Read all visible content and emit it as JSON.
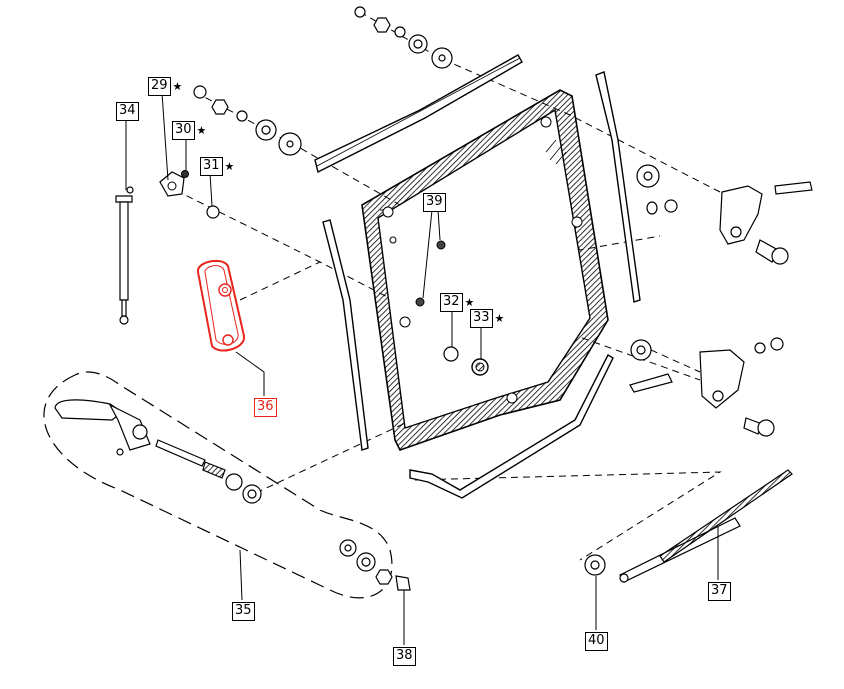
{
  "callouts": [
    {
      "id": "c29",
      "number": "29",
      "star": "★"
    },
    {
      "id": "c30",
      "number": "30",
      "star": "★"
    },
    {
      "id": "c31",
      "number": "31",
      "star": "★"
    },
    {
      "id": "c34",
      "number": "34",
      "star": ""
    },
    {
      "id": "c39",
      "number": "39",
      "star": ""
    },
    {
      "id": "c32",
      "number": "32",
      "star": "★"
    },
    {
      "id": "c33",
      "number": "33",
      "star": "★"
    },
    {
      "id": "c36",
      "number": "36",
      "star": ""
    },
    {
      "id": "c35",
      "number": "35",
      "star": ""
    },
    {
      "id": "c37",
      "number": "37",
      "star": ""
    },
    {
      "id": "c38",
      "number": "38",
      "star": ""
    },
    {
      "id": "c40",
      "number": "40",
      "star": ""
    }
  ],
  "colors": {
    "highlight": "#e8241c",
    "line": "#000000",
    "glass_edge": "#222222"
  }
}
